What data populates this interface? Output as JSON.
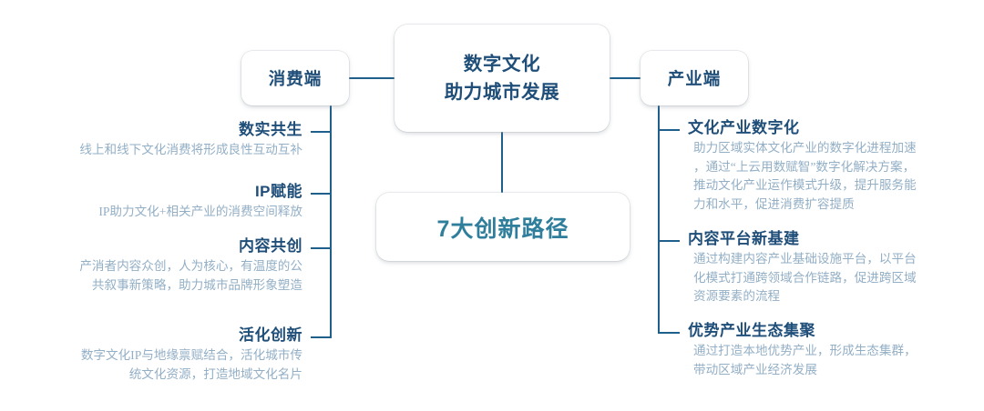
{
  "center": {
    "title_lines": [
      "数字文化",
      "助力城市发展"
    ],
    "paths_label": "7大创新路径"
  },
  "sides": {
    "left_label": "消费端",
    "right_label": "产业端"
  },
  "colors": {
    "heading": "#1F4E79",
    "paths_accent": "#2F7E9B",
    "body_text": "#93AFC6",
    "connector": "#1F5F8B",
    "background": "#FFFFFF"
  },
  "branches": {
    "left": [
      {
        "heading": "数实共生",
        "desc_lines": [
          "线上和线下文化消费将形成良性互动互补"
        ]
      },
      {
        "heading": "IP赋能",
        "desc_lines": [
          "IP助力文化+相关产业的消费空间释放"
        ]
      },
      {
        "heading": "内容共创",
        "desc_lines": [
          "产消者内容众创，人为核心，有温度的公",
          "共叙事新策略，助力城市品牌形象塑造"
        ]
      },
      {
        "heading": "活化创新",
        "desc_lines": [
          "数字文化IP与地缘禀赋结合，活化城市传",
          "统文化资源，打造地域文化名片"
        ]
      }
    ],
    "right": [
      {
        "heading": "文化产业数字化",
        "desc_lines": [
          "助力区域实体文化产业的数字化进程加速",
          "，通过“上云用数赋智”数字化解决方案，",
          "推动文化产业运作模式升级，提升服务能",
          "力和水平，促进消费扩容提质"
        ]
      },
      {
        "heading": "内容平台新基建",
        "desc_lines": [
          "通过构建内容产业基础设施平台，以平台",
          "化模式打通跨领域合作链路，促进跨区域",
          "资源要素的流程"
        ]
      },
      {
        "heading": "优势产业生态集聚",
        "desc_lines": [
          "通过打造本地优势产业，形成生态集群，",
          "带动区域产业经济发展"
        ]
      }
    ]
  }
}
